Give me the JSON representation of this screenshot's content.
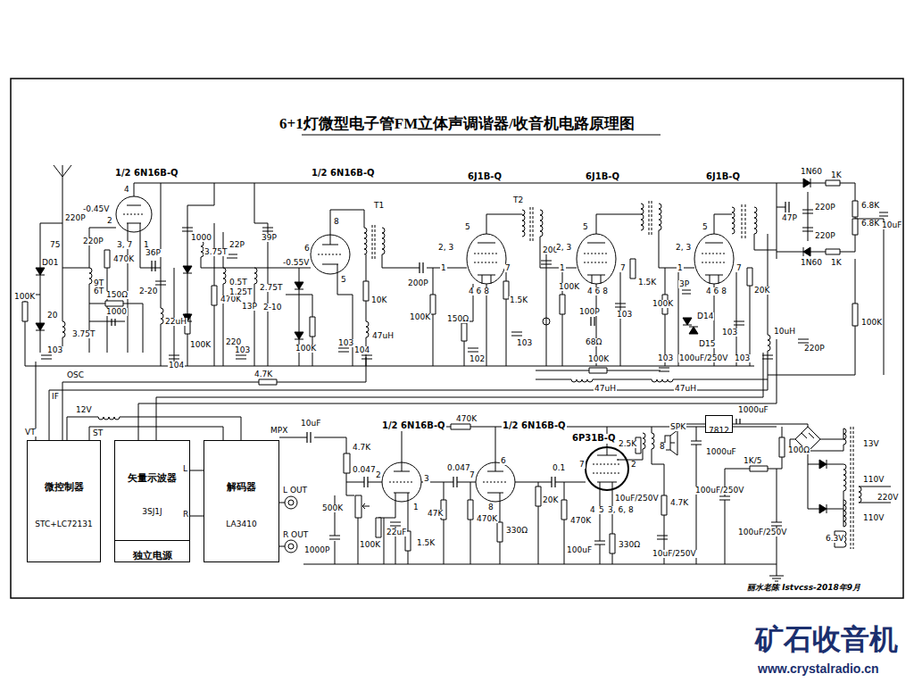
{
  "diagram": {
    "title": "6+1灯微型电子管FM立体声调谐器/收音机电路原理图",
    "nodes": [
      {
        "text": [
          "微控制器",
          "STC+LC72131"
        ]
      },
      {
        "text": [
          "矢量示波器",
          "3SJ1J"
        ]
      },
      {
        "text": [
          "独立电源"
        ],
        "in": 1
      },
      {
        "text": [
          "解码器",
          "LA3410"
        ]
      },
      {
        "text": [
          "7812"
        ]
      }
    ],
    "edges": [
      {
        "from": 3,
        "to": 1,
        "arrow": "none"
      },
      {
        "from": 3,
        "to": 1,
        "arrow": "none"
      },
      {
        "from": 0,
        "to": 3,
        "arrow": "none"
      }
    ],
    "labels": [
      "1/2 6N16B-Q",
      "1/2 6N16B-Q",
      "6J1B-Q",
      "6J1B-Q",
      "6J1B-Q",
      "1/2 6N16B-Q",
      "1/2 6N16B-Q",
      "6P31B-Q",
      "-0.45V",
      "-0.55V",
      "220P",
      "75",
      "D01",
      "100K",
      "20",
      "103",
      "220P",
      "9T",
      "6T",
      "470K",
      "150Ω",
      "1000",
      "3.75T",
      "36P",
      "2-20",
      "22uH",
      "104",
      "1000",
      "3.75T",
      "470K",
      "100K",
      "22P",
      "0.5T",
      "1.25T",
      "13P",
      "2.75T",
      "2-10",
      "220",
      "103",
      "4.7K",
      "39P",
      "T1",
      "10K",
      "103",
      "47uH",
      "100K",
      "104",
      "200P",
      "100K",
      "150Ω",
      "102",
      "1.5K",
      "103",
      "T2",
      "200",
      "100K",
      "100P",
      "68Ω",
      "1.5K",
      "103",
      "100K",
      "3P",
      "D14",
      "D15",
      "103",
      "20K",
      "10uH",
      "220P",
      "47P",
      "1N60",
      "220P",
      "1K",
      "6.8K",
      "6.8K",
      "1N60",
      "220P",
      "1K",
      "10uF",
      "100K",
      "100K",
      "47uH",
      "103",
      "100uF/250V",
      "47uH",
      "103",
      "IF",
      "OSC",
      "VT",
      "12V",
      "ST",
      "MPX",
      "10uF",
      "4.7K",
      "0.047",
      "500K",
      "1000P",
      "100K",
      "22uF",
      "1.5K",
      "470K",
      "0.047",
      "47K",
      "470K",
      "330Ω",
      "20K",
      "0.1",
      "470K",
      "2.5K",
      "SPK",
      "8",
      "1000uF",
      "1000uF",
      "100Ω",
      "1K/5",
      "13V",
      "110V",
      "110V",
      "220V",
      "6.3V",
      "10uF/250V",
      "4.7K",
      "100uF/250V",
      "100uF/250V",
      "100uF",
      "330Ω",
      "10uF/250V",
      "3, 6, 8",
      "4",
      "5",
      "L OUT",
      "R OUT",
      "L",
      "R",
      "丽水老陈 Istvcss-2018年9月",
      "矿石收音机",
      "www.crystalradio.cn",
      "4",
      "2",
      "3, 7",
      "1",
      "8",
      "6",
      "5",
      "2, 3",
      "5",
      "1",
      "7",
      "4 6 8",
      "2, 3",
      "5",
      "1",
      "7",
      "4 6 8",
      "2, 3",
      "5",
      "1",
      "7",
      "4 6 8",
      "2",
      "3",
      "1",
      "7",
      "6",
      "8",
      "7",
      "2"
    ]
  }
}
